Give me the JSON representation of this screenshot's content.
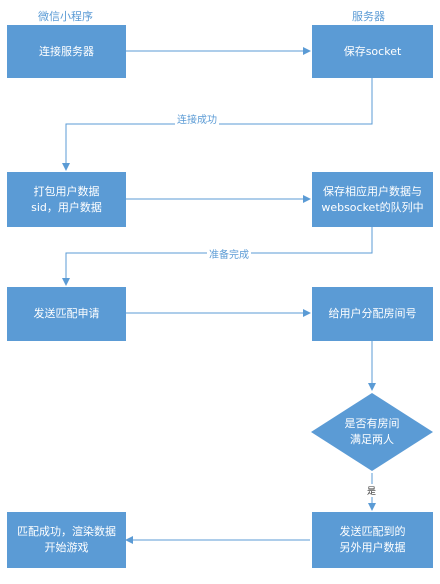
{
  "columns": {
    "left": "微信小程序",
    "right": "服务器"
  },
  "nodes": {
    "connect": "连接服务器",
    "save_socket": "保存socket",
    "pack": "打包用户数据\nsid，用户数据",
    "save_queue": "保存相应用户数据与\nwebsocket的队列中",
    "match_request": "发送匹配申请",
    "assign_room": "给用户分配房间号",
    "room_check": "是否有房间\n满足两人",
    "send_other": "发送匹配到的\n另外用户数据",
    "start_game": "匹配成功，渲染数据\n开始游戏"
  },
  "edges": {
    "connect_ok": "连接成功",
    "ready": "准备完成",
    "yes": "是"
  },
  "colors": {
    "box": "#5b9bd5",
    "line": "#5b9bd5",
    "text_on_box": "#ffffff"
  }
}
